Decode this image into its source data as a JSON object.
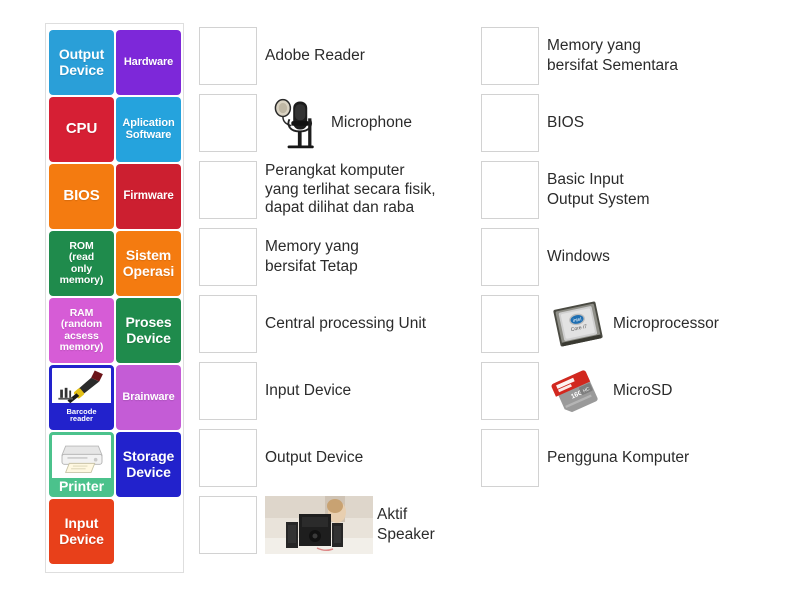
{
  "activity": {
    "type": "match-up-quiz",
    "title": "",
    "layout": "tiles-left-answers-right"
  },
  "tiles": [
    {
      "label": "Output\nDevice",
      "color": "#2a9fd8",
      "text_color": "#ffffff",
      "font_size": 14,
      "kind": "text"
    },
    {
      "label": "Hardware",
      "color": "#7d28d9",
      "text_color": "#ffffff",
      "font_size": 11,
      "kind": "text"
    },
    {
      "label": "CPU",
      "color": "#d61f34",
      "text_color": "#ffffff",
      "font_size": 15,
      "kind": "text"
    },
    {
      "label": "Aplication\nSoftware",
      "color": "#25a3dd",
      "text_color": "#ffffff",
      "font_size": 11,
      "kind": "text"
    },
    {
      "label": "BIOS",
      "color": "#f47b10",
      "text_color": "#ffffff",
      "font_size": 15,
      "kind": "text"
    },
    {
      "label": "Firmware",
      "color": "#cc1f30",
      "text_color": "#ffffff",
      "font_size": 11.5,
      "kind": "text"
    },
    {
      "label": "ROM\n(read\nonly\nmemory)",
      "color": "#1f8b4c",
      "text_color": "#ffffff",
      "font_size": 10.5,
      "kind": "text"
    },
    {
      "label": "Sistem\nOperasi",
      "color": "#f47b10",
      "text_color": "#ffffff",
      "font_size": 14,
      "kind": "text"
    },
    {
      "label": "RAM\n(random\nacsess\nmemory)",
      "color": "#d65cd6",
      "text_color": "#ffffff",
      "font_size": 10.5,
      "kind": "text"
    },
    {
      "label": "Proses\nDevice",
      "color": "#1f8b4c",
      "text_color": "#ffffff",
      "font_size": 14,
      "kind": "text"
    },
    {
      "label": "Barcode\nreader",
      "color": "#2222cc",
      "text_color": "#ffffff",
      "font_size": 7.5,
      "kind": "image",
      "icon": "barcode-scanner-icon"
    },
    {
      "label": "Brainware",
      "color": "#c45cd6",
      "text_color": "#ffffff",
      "font_size": 11,
      "kind": "text"
    },
    {
      "label": "Printer",
      "color": "#4bc28c",
      "text_color": "#ffffff",
      "font_size": 14,
      "kind": "image",
      "icon": "printer-icon"
    },
    {
      "label": "Storage\nDevice",
      "color": "#2222cc",
      "text_color": "#ffffff",
      "font_size": 14,
      "kind": "text"
    },
    {
      "label": "Input\nDevice",
      "color": "#e8401a",
      "text_color": "#ffffff",
      "font_size": 14,
      "kind": "text"
    }
  ],
  "answers_middle": [
    {
      "label": "Adobe Reader",
      "has_image": false,
      "image": ""
    },
    {
      "label": "Microphone",
      "has_image": true,
      "image": "microphone-icon"
    },
    {
      "label": "Perangkat komputer\nyang terlihat secara fisik,\ndapat dilihat dan raba",
      "has_image": false,
      "image": ""
    },
    {
      "label": "Memory yang\nbersifat Tetap",
      "has_image": false,
      "image": ""
    },
    {
      "label": "Central processing Unit",
      "has_image": false,
      "image": ""
    },
    {
      "label": "Input Device",
      "has_image": false,
      "image": ""
    },
    {
      "label": "Output Device",
      "has_image": false,
      "image": ""
    },
    {
      "label": "Aktif\nSpeaker",
      "has_image": true,
      "image": "speaker-photo-icon"
    }
  ],
  "answers_right": [
    {
      "label": "Memory yang\nbersifat Sementara",
      "has_image": false,
      "image": ""
    },
    {
      "label": "BIOS",
      "has_image": false,
      "image": ""
    },
    {
      "label": "Basic Input\nOutput System",
      "has_image": false,
      "image": ""
    },
    {
      "label": "Windows",
      "has_image": false,
      "image": ""
    },
    {
      "label": "Microprocessor",
      "has_image": true,
      "image": "cpu-chip-icon"
    },
    {
      "label": "MicroSD",
      "has_image": true,
      "image": "microsd-card-icon"
    },
    {
      "label": "Pengguna Komputer",
      "has_image": false,
      "image": ""
    }
  ],
  "colors": {
    "page_background": "#ffffff",
    "panel_border": "#dedede",
    "drop_box_border": "#d2d2d2",
    "label_text": "#2b2b2b"
  }
}
